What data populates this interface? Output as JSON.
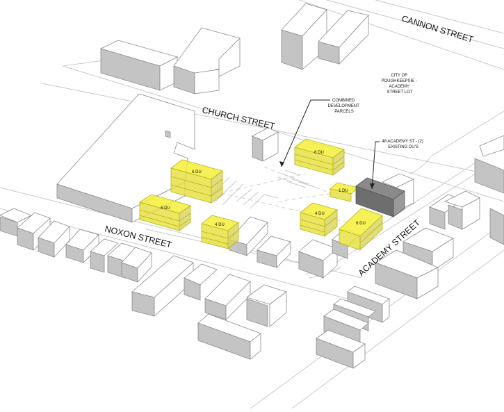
{
  "diagram": {
    "type": "axonometric site plan",
    "colors": {
      "proposed_building": "#f3ef3a",
      "existing_building_highlight": "#6e6e6e",
      "context_building_top": "#ffffff",
      "context_building_shade": "#c4c4c4",
      "street_lines": "#c9c9c9"
    },
    "streets": {
      "cannon": "CANNON STREET",
      "church": "CHURCH STREET",
      "noxon": "NOXON STREET",
      "academy": "ACADEMY STREET"
    },
    "annotations": {
      "city_lot": [
        "CITY OF",
        "POUGHKEEPSIE -",
        "ACADEMY",
        "STREET LOT"
      ],
      "combined_parcels": [
        "COMBINED",
        "DEVELOPMENT",
        "PARCELS"
      ],
      "existing_dus": [
        "48 ACADEMY ST - (2)",
        "EXISTING DU'S"
      ]
    },
    "proposed_buildings": [
      {
        "id": "church-west",
        "label": "6 DU"
      },
      {
        "id": "noxon-west",
        "label": "6 DU"
      },
      {
        "id": "noxon-center",
        "label": "4 DU"
      },
      {
        "id": "church-east",
        "label": "6 DU"
      },
      {
        "id": "academy-small",
        "label": "1 DU"
      },
      {
        "id": "academy-center",
        "label": "4 DU"
      },
      {
        "id": "academy-corner",
        "label": "6 DU"
      }
    ]
  }
}
